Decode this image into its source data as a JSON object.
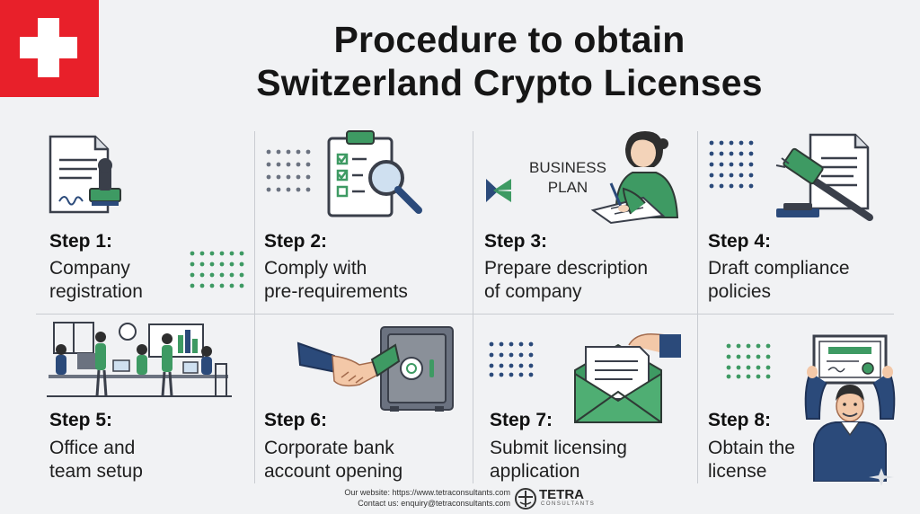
{
  "title_line1": "Procedure to obtain",
  "title_line2": "Switzerland Crypto Licenses",
  "colors": {
    "flag_red": "#e8202a",
    "accent_green": "#3e9a63",
    "navy": "#2b4a7a",
    "text": "#1f1f1f"
  },
  "steps": [
    {
      "label": "Step 1:",
      "line1": "Company",
      "line2": "registration",
      "icon": "document-stamp-icon"
    },
    {
      "label": "Step 2:",
      "line1": "Comply with",
      "line2": "pre-requirements",
      "icon": "clipboard-magnifier-icon"
    },
    {
      "label": "Step 3:",
      "line1": "Prepare description",
      "line2": "of company",
      "icon": "business-plan-writer-icon"
    },
    {
      "label": "Step 4:",
      "line1": "Draft compliance",
      "line2": "policies",
      "icon": "gavel-document-icon"
    },
    {
      "label": "Step 5:",
      "line1": "Office and",
      "line2": "team setup",
      "icon": "office-team-icon"
    },
    {
      "label": "Step 6:",
      "line1": "Corporate bank",
      "line2": "account opening",
      "icon": "handshake-safe-icon"
    },
    {
      "label": "Step 7:",
      "line1": "Submit licensing",
      "line2": "application",
      "icon": "envelope-letter-icon"
    },
    {
      "label": "Step 8:",
      "line1": "Obtain the",
      "line2": "license",
      "icon": "person-certificate-icon"
    }
  ],
  "business_plan": {
    "line1": "BUSINESS",
    "line2": "PLAN"
  },
  "footer": {
    "website": "Our website: https://www.tetraconsultants.com",
    "contact": "Contact us: enquiry@tetraconsultants.com",
    "brand": "TETRA",
    "brand_sub": "CONSULTANTS"
  }
}
